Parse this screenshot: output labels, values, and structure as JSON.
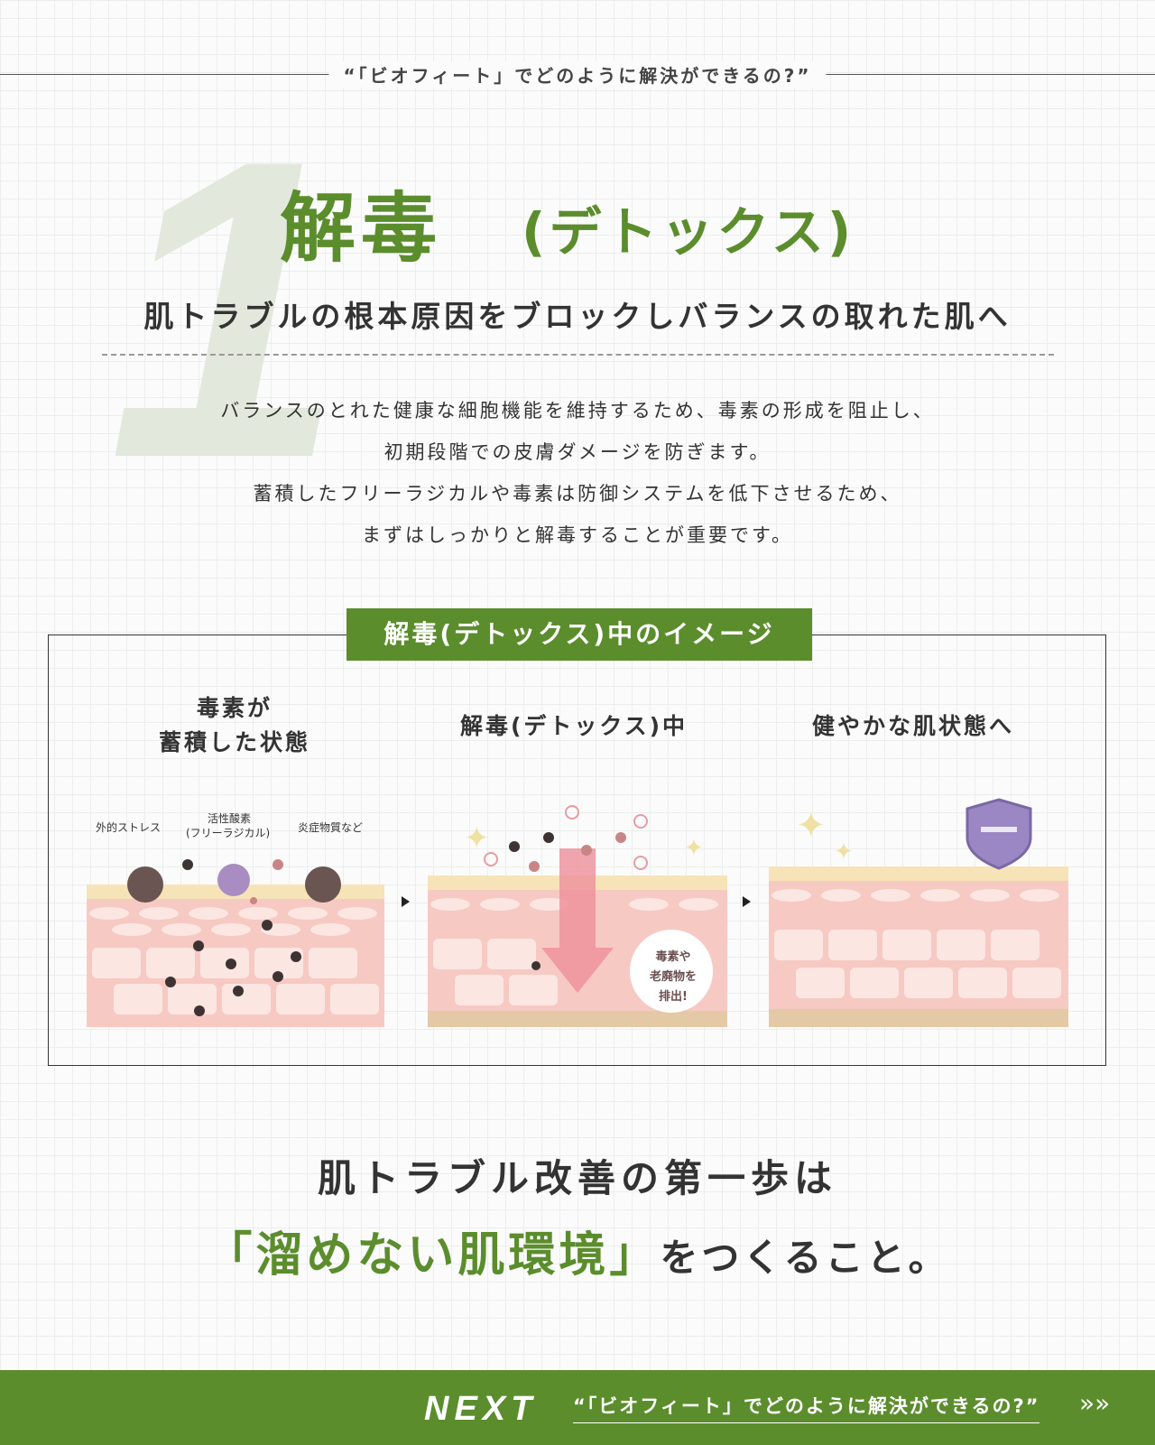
{
  "header": {
    "label": "“「ビオフィート」でどのように解決ができるの?”"
  },
  "section": {
    "number": "1",
    "title": "解毒",
    "title_sub": "(デトックス)",
    "subtitle": "肌トラブルの根本原因をブロックしバランスの取れた肌へ",
    "body_lines": [
      "バランスのとれた健康な細胞機能を維持するため、毒素の形成を阻止し、",
      "初期段階での皮膚ダメージを防ぎます。",
      "蓄積したフリーラジカルや毒素は防御システムを低下させるため、",
      "まずはしっかりと解毒することが重要です。"
    ]
  },
  "image_box": {
    "badge": "解毒(デトックス)中のイメージ",
    "panels": [
      {
        "title_line1": "毒素が",
        "title_line2": "蓄積した状態",
        "labels": [
          "外的ストレス",
          "活性酸素",
          "(フリーラジカル)",
          "炎症物質など"
        ]
      },
      {
        "title_line1": "解毒(デトックス)中",
        "bubble": [
          "毒素や",
          "老廃物を",
          "排出!"
        ]
      },
      {
        "title_line1": "健やかな肌状態へ"
      }
    ]
  },
  "closing": {
    "line1": "肌トラブル改善の第一歩は",
    "highlight": "「溜めない肌環境」",
    "rest": "をつくること。"
  },
  "footer": {
    "next_label": "NEXT",
    "next_link": "“「ビオフィート」でどのように解決ができるの?”",
    "arrow": "»»",
    "bg_color": "#5b8d2d"
  },
  "colors": {
    "accent": "#5b8d2d",
    "numeral": "#e3e8dc"
  }
}
